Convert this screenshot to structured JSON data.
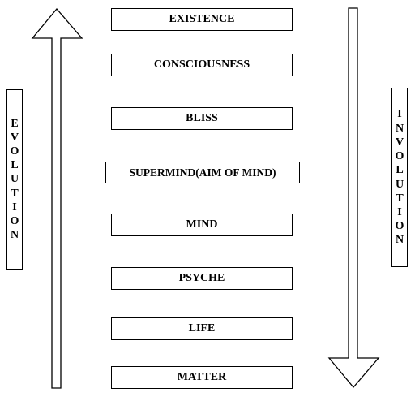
{
  "stages": [
    "EXISTENCE",
    "CONSCIOUSNESS",
    "BLISS",
    "SUPERMIND(AIM OF MIND)",
    "MIND",
    "PSYCHE",
    "LIFE",
    "MATTER"
  ],
  "evolution_label": "EVOLUTION",
  "involution_label": "INVOLUTION",
  "colors": {
    "stroke": "#000000",
    "fill": "#ffffff"
  }
}
